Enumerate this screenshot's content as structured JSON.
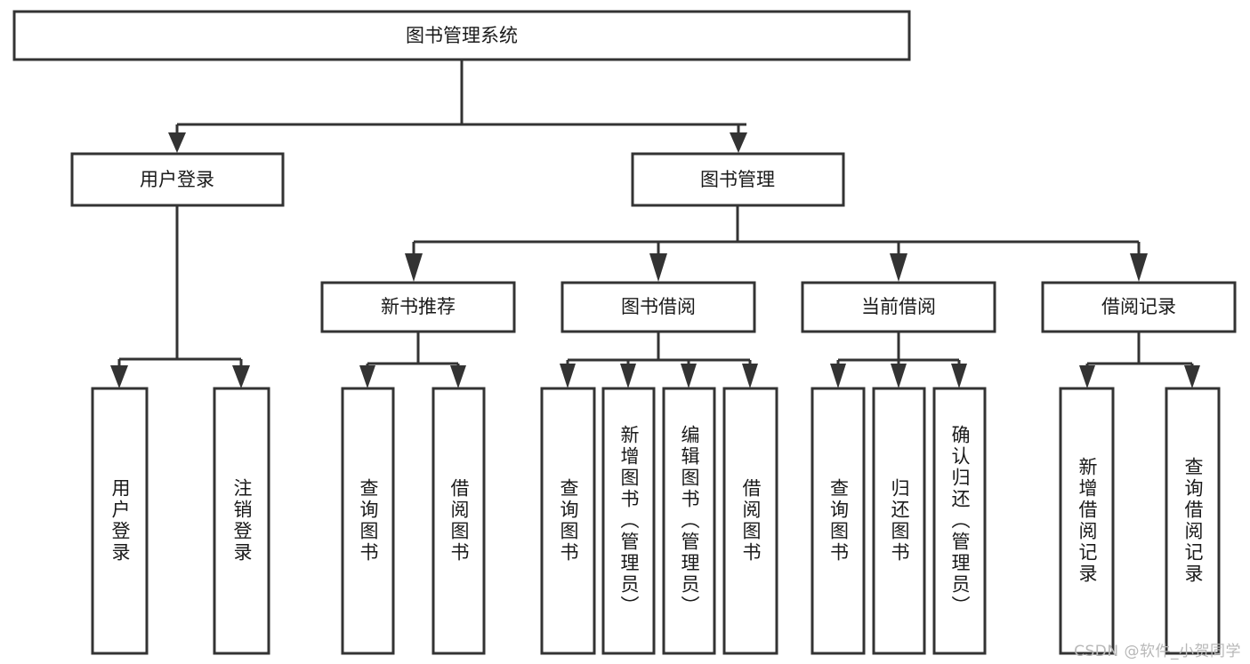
{
  "diagram": {
    "title": "图书管理系统",
    "type": "hierarchy-tree",
    "watermark": "CSDN @软件_小贺同学",
    "colors": {
      "background": "#ffffff",
      "box_fill": "#ffffff",
      "box_stroke": "#333333",
      "text": "#1a1a1a",
      "watermark": "#b8b8b8"
    },
    "root": {
      "id": "root",
      "label": "图书管理系统"
    },
    "level2": [
      {
        "id": "user-login",
        "label": "用户登录"
      },
      {
        "id": "book-management",
        "label": "图书管理"
      }
    ],
    "level3": [
      {
        "id": "new-book-recommend",
        "label": "新书推荐",
        "parent": "book-management"
      },
      {
        "id": "book-borrow",
        "label": "图书借阅",
        "parent": "book-management"
      },
      {
        "id": "current-borrow",
        "label": "当前借阅",
        "parent": "book-management"
      },
      {
        "id": "borrow-record",
        "label": "借阅记录",
        "parent": "book-management"
      }
    ],
    "leaves": [
      {
        "id": "leaf-user-login",
        "label": "用户登录",
        "parent": "user-login"
      },
      {
        "id": "leaf-logout-login",
        "label": "注销登录",
        "parent": "user-login"
      },
      {
        "id": "leaf-query-book-1",
        "label": "查询图书",
        "parent": "new-book-recommend"
      },
      {
        "id": "leaf-borrow-book-1",
        "label": "借阅图书",
        "parent": "new-book-recommend"
      },
      {
        "id": "leaf-query-book-2",
        "label": "查询图书",
        "parent": "book-borrow"
      },
      {
        "id": "leaf-add-book",
        "label": "新增图书（管理员）",
        "parent": "book-borrow"
      },
      {
        "id": "leaf-edit-book",
        "label": "编辑图书（管理员）",
        "parent": "book-borrow"
      },
      {
        "id": "leaf-borrow-book-2",
        "label": "借阅图书",
        "parent": "book-borrow"
      },
      {
        "id": "leaf-query-book-3",
        "label": "查询图书",
        "parent": "current-borrow"
      },
      {
        "id": "leaf-return-book",
        "label": "归还图书",
        "parent": "current-borrow"
      },
      {
        "id": "leaf-confirm-return",
        "label": "确认归还（管理员）",
        "parent": "current-borrow"
      },
      {
        "id": "leaf-add-record",
        "label": "新增借阅记录",
        "parent": "borrow-record"
      },
      {
        "id": "leaf-query-record",
        "label": "查询借阅记录",
        "parent": "borrow-record"
      }
    ]
  }
}
